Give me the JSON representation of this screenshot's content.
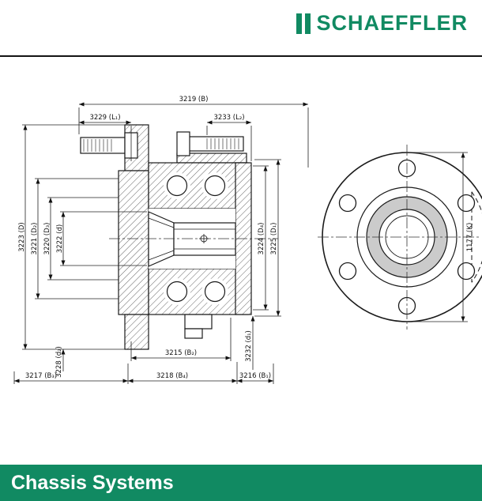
{
  "page": {
    "accent_green": "#118a62",
    "bg": "#ffffff"
  },
  "header": {
    "brand": "SCHAEFFLER"
  },
  "footer": {
    "title": "Chassis Systems"
  },
  "drawing": {
    "labels": {
      "b": "3219 (B)",
      "l1": "3229 (L₁)",
      "l2": "3233 (L₂)",
      "d_cap": "3223 (D)",
      "d2_cap": "3221 (D₂)",
      "d3_cap": "3220 (D₃)",
      "d_low": "3222 (d)",
      "d4_cap": "3224 (D₄)",
      "d1_cap": "3225 (D₁)",
      "d2_low": "3228 (d₂)",
      "b2": "3215 (B₂)",
      "d1_low": "3232 (d₁)",
      "b3": "3217 (B₃)",
      "b4": "3218 (B₄)",
      "b1": "3216 (B₁)",
      "k": "1177 (K)"
    }
  }
}
